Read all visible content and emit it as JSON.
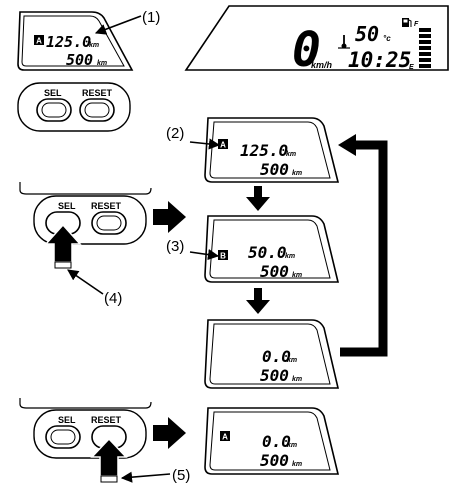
{
  "callouts": [
    "(1)",
    "(2)",
    "(3)",
    "(4)",
    "(5)"
  ],
  "buttons": {
    "sel": "SEL",
    "reset": "RESET"
  },
  "trip_badges": {
    "a": "A",
    "b": "B"
  },
  "units": {
    "km": "km",
    "speed": "km/h",
    "temp": "°c",
    "fuel_full": "F",
    "fuel_empty": "E"
  },
  "main_display": {
    "speed": "0",
    "temperature": "50",
    "clock": "10:25"
  },
  "displays": [
    {
      "trip": "125.0",
      "odo": "500"
    },
    {
      "trip": "125.0",
      "odo": "500"
    },
    {
      "trip": "50.0",
      "odo": "500"
    },
    {
      "trip": "0.0",
      "odo": "500"
    },
    {
      "trip": "0.0",
      "odo": "500"
    }
  ],
  "icons": [
    "thermometer-icon",
    "fuel-pump-icon",
    "fuel-gauge-icon",
    "arrow-right-icon",
    "arrow-down-icon",
    "return-loop-arrow-icon",
    "finger-press-icon"
  ]
}
